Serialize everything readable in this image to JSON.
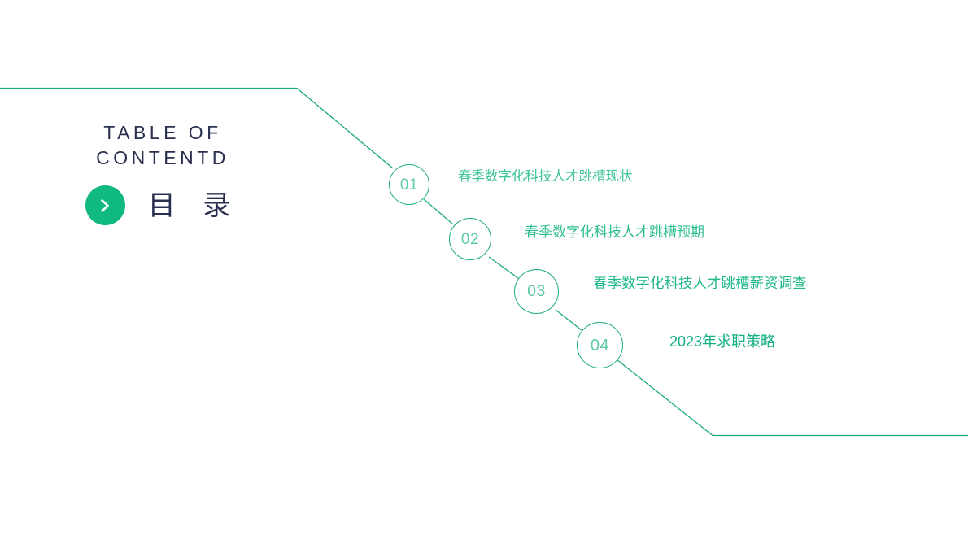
{
  "slide": {
    "background_color": "#ffffff",
    "accent_color": "#10b981",
    "line_color": "#1aa97e",
    "title_color": "#2b3050"
  },
  "header": {
    "title_en": "TABLE OF\nCONTENTD",
    "title_cn": "目 录",
    "badge_icon": "chevron-right-icon"
  },
  "items": [
    {
      "number": "01",
      "label": "春季数字化科技人才跳槽现状",
      "number_color": "#5cc9a7",
      "label_color": "#3fc49a"
    },
    {
      "number": "02",
      "label": "春季数字化科技人才跳槽预期",
      "number_color": "#5cc9a7",
      "label_color": "#2dbd92"
    },
    {
      "number": "03",
      "label": "春季数字化科技人才跳槽薪资调查",
      "number_color": "#5cc9a7",
      "label_color": "#20b88c"
    },
    {
      "number": "04",
      "label": "2023年求职策略",
      "number_color": "#5cc9a7",
      "label_color": "#14b085"
    }
  ]
}
